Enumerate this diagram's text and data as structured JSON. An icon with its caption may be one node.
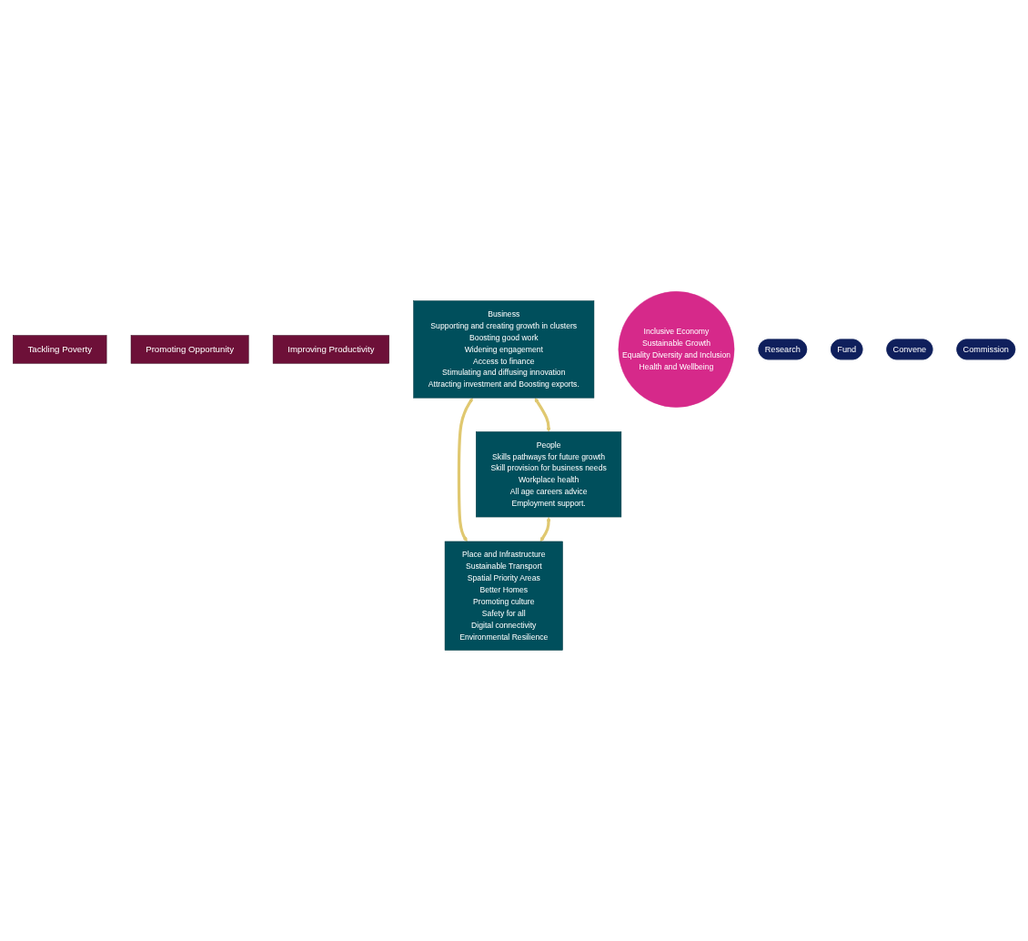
{
  "diagram": {
    "nodes": [
      {
        "text": [
          "Tackling Poverty"
        ]
      },
      {
        "text": [
          "Promoting Opportunity"
        ]
      },
      {
        "text": [
          "Improving Productivity"
        ]
      },
      {
        "text": [
          "Business",
          "Supporting and creating growth in clusters",
          "Boosting good work",
          "Widening engagement",
          "Access to finance",
          "Stimulating and diffusing innovation",
          "Attracting investment and Boosting exports."
        ]
      },
      {
        "text": [
          "Inclusive Economy",
          "Sustainable Growth",
          "Equality Diversity and Inclusion",
          "Health and Wellbeing"
        ]
      },
      {
        "text": [
          "People",
          "Skills pathways for future growth",
          "Skill provision for business needs",
          "Workplace health",
          "All age careers advice",
          "Employment support."
        ]
      },
      {
        "text": [
          "Place and Infrastructure",
          "Sustainable Transport",
          "Spatial Priority Areas",
          "Better Homes",
          "Promoting culture",
          "Safety for all",
          "Digital connectivity",
          "Environmental Resilience"
        ]
      },
      {
        "text": [
          "Research"
        ]
      },
      {
        "text": [
          "Fund"
        ]
      },
      {
        "text": [
          "Convene"
        ]
      },
      {
        "text": [
          "Commission"
        ]
      }
    ],
    "edges": [
      {
        "from": 3,
        "to": 5,
        "arrow": "both"
      },
      {
        "from": 3,
        "to": 6,
        "arrow": "both"
      },
      {
        "from": 5,
        "to": 6,
        "arrow": "both"
      }
    ]
  }
}
